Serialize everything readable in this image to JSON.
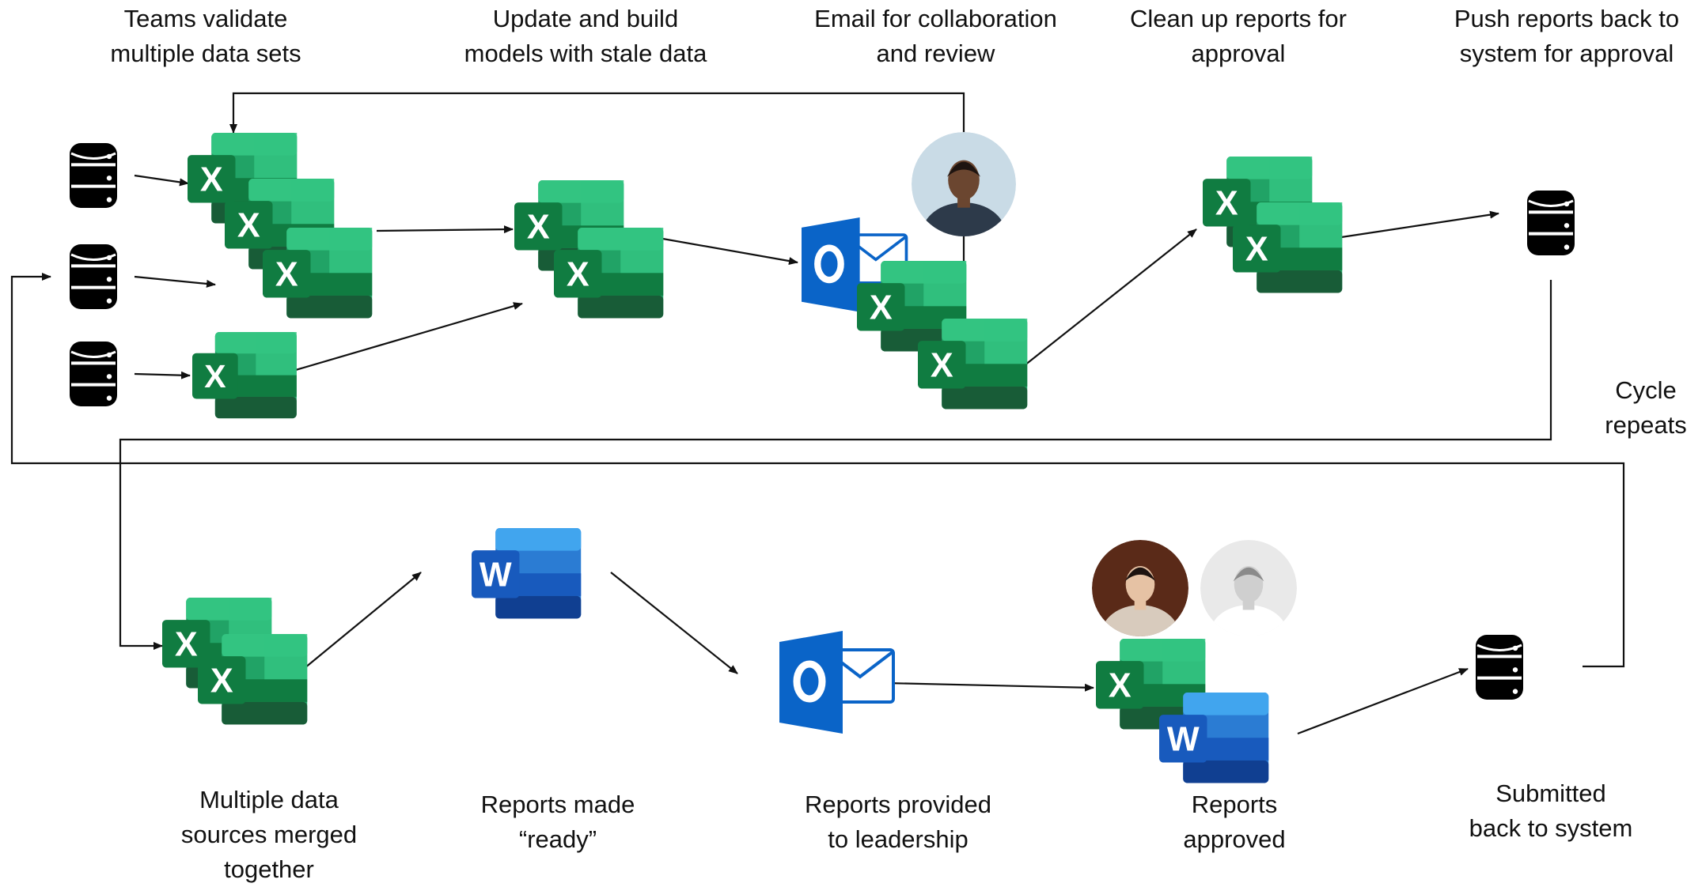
{
  "top_labels": [
    [
      "Teams validate",
      "multiple data sets"
    ],
    [
      "Update and build",
      "models with stale data"
    ],
    [
      "Email for collaboration",
      "and review"
    ],
    [
      "Clean up reports for",
      "approval"
    ],
    [
      "Push reports back to",
      "system for approval"
    ]
  ],
  "cycle_label": [
    "Cycle",
    "repeats"
  ],
  "bottom_labels": [
    [
      "Multiple data",
      "sources merged",
      "together"
    ],
    [
      "Reports made",
      "“ready”"
    ],
    [
      "Reports provided",
      "to leadership"
    ],
    [
      "Reports",
      "approved"
    ],
    [
      "Submitted",
      "back to system"
    ]
  ],
  "app_letters": {
    "excel": "X",
    "word": "W",
    "outlook": "O"
  },
  "colors": {
    "excel_top": "#33c481",
    "excel_mid": "#21a366",
    "excel_dark": "#107c41",
    "excel_deep": "#185c37",
    "word_top": "#41a5ee",
    "word_mid": "#2b7cd3",
    "word_dark": "#185abd",
    "word_deep": "#103f91",
    "outlook_blue": "#0a64c8",
    "database": "#000000",
    "arrow": "#111111"
  },
  "icon_names": [
    "database-icon",
    "excel-icon",
    "word-icon",
    "outlook-icon",
    "person-avatar"
  ]
}
